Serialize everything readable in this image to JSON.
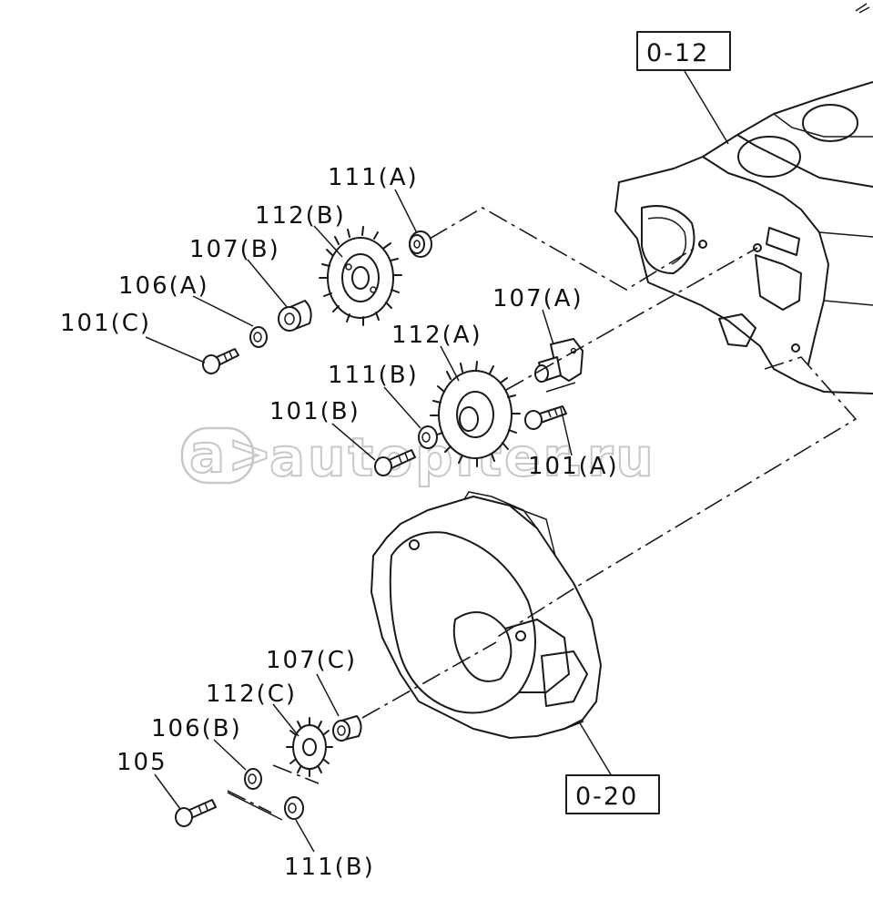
{
  "references": {
    "engine_block": "0-12",
    "flywheel_housing": "0-20"
  },
  "callouts": {
    "c111A": "111(A)",
    "c112B": "112(B)",
    "c107B": "107(B)",
    "c106A": "106(A)",
    "c101C": "101(C)",
    "c107A": "107(A)",
    "c112A": "112(A)",
    "c111B_top": "111(B)",
    "c101B": "101(B)",
    "c101A": "101(A)",
    "c107C": "107(C)",
    "c112C": "112(C)",
    "c106B": "106(B)",
    "c105": "105",
    "c111B_bottom": "111(B)"
  },
  "watermark": {
    "text": "autopiter.ru",
    "logo": "a>",
    "color": "#c8c8c8"
  }
}
